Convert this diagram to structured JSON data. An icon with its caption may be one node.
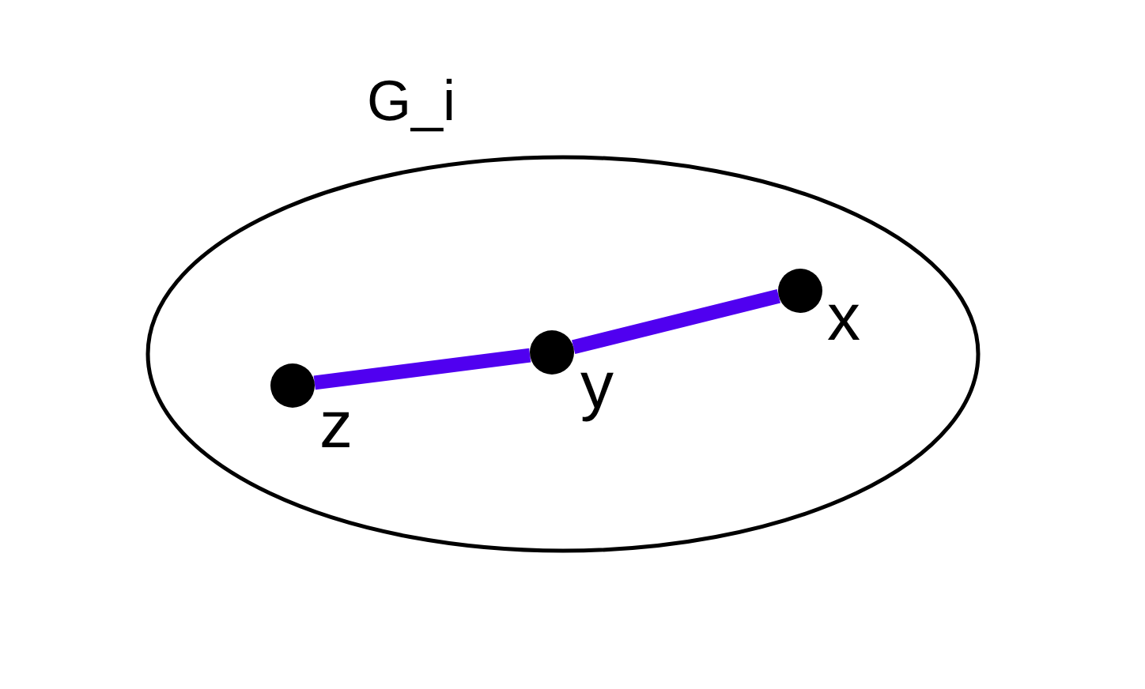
{
  "diagram": {
    "nodes": [
      {
        "text": [
          "G_i"
        ]
      },
      {
        "text": [],
        "shape": "circle",
        "beside": [
          "z"
        ],
        "in": 0
      },
      {
        "text": [],
        "shape": "circle",
        "beside": [
          "y"
        ],
        "in": 0
      },
      {
        "text": [],
        "shape": "circle",
        "beside": [
          "x"
        ],
        "in": 0
      }
    ],
    "edges": [
      {
        "from": 1,
        "to": 2,
        "arrow": "none"
      },
      {
        "from": 2,
        "to": 3,
        "arrow": "none"
      }
    ]
  }
}
